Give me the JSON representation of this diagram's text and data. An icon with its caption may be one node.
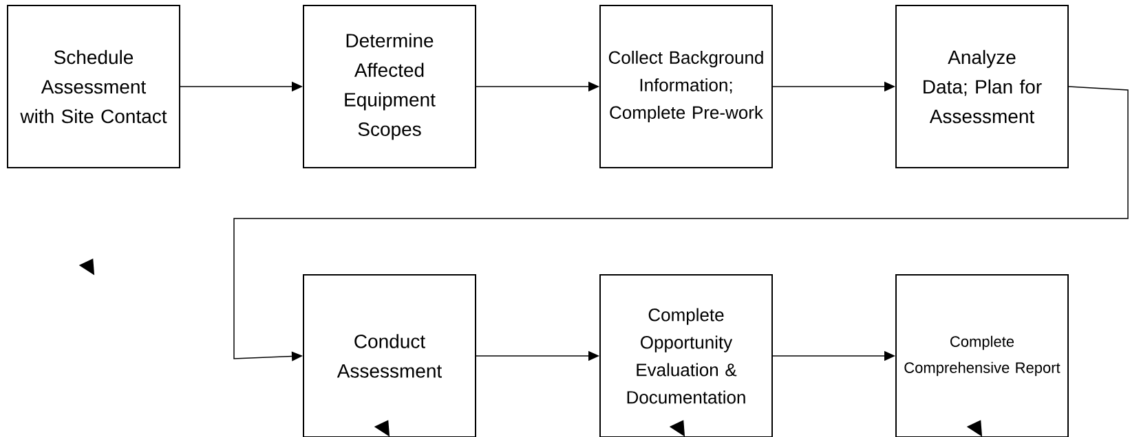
{
  "diagram": {
    "nodes": [
      {
        "text": [
          "Schedule Assessment with Site Contact"
        ]
      },
      {
        "text": [
          "Determine Affected Equipment Scopes"
        ]
      },
      {
        "text": [
          "Collect Background Information; Complete Pre-work"
        ]
      },
      {
        "text": [
          "Analyze Data; Plan for Assessment"
        ]
      },
      {
        "text": [
          "Conduct Assessment"
        ]
      },
      {
        "text": [
          "Complete Opportunity Evaluation & Documentation"
        ]
      },
      {
        "text": [
          "Complete Comprehensive Report"
        ]
      }
    ],
    "edges": [
      {
        "from": 0,
        "to": 1,
        "arrow": "to"
      },
      {
        "from": 1,
        "to": 2,
        "arrow": "to"
      },
      {
        "from": 2,
        "to": 3,
        "arrow": "to"
      },
      {
        "from": 3,
        "to": 4,
        "arrow": "to"
      },
      {
        "from": 4,
        "to": 5,
        "arrow": "to"
      },
      {
        "from": 5,
        "to": 6,
        "arrow": "to"
      }
    ]
  }
}
